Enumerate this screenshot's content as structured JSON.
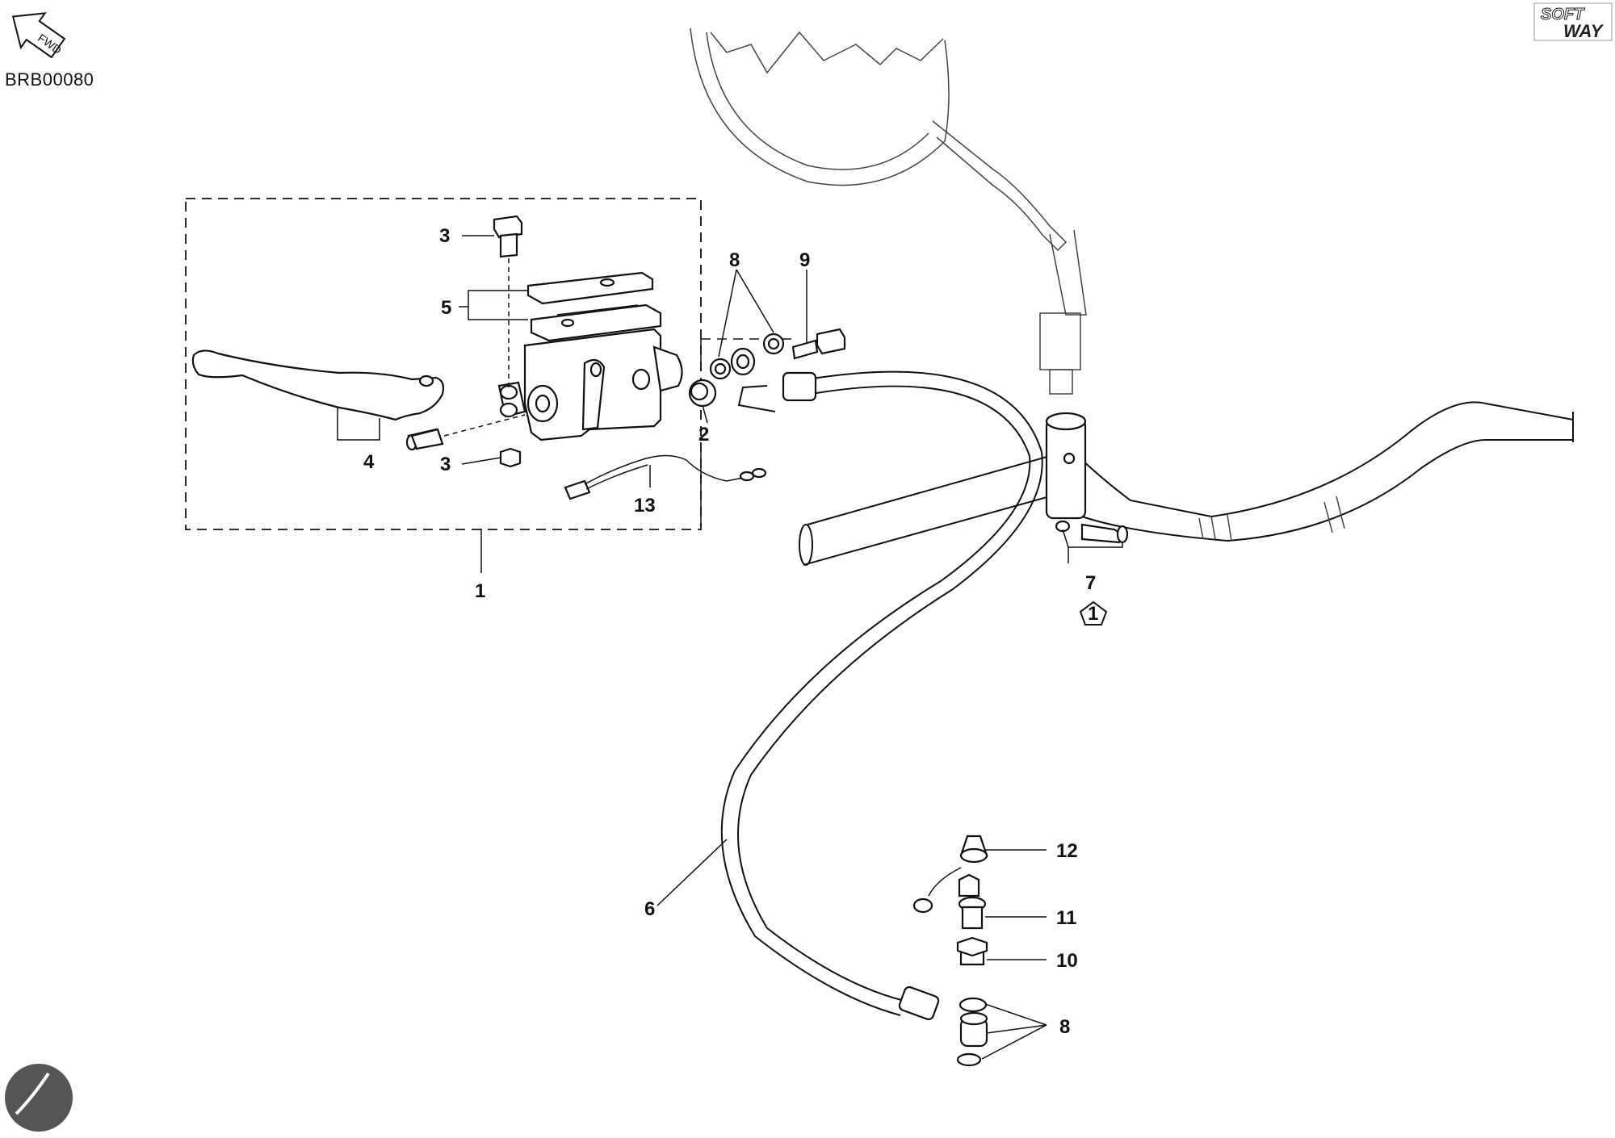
{
  "drawing_code": "BRB00080",
  "fwd_label": "FWD",
  "brand_top": "SOFT",
  "brand_bottom": "WAY",
  "callouts": {
    "c1": "1",
    "c2": "2",
    "c3_top": "3",
    "c3_bottom": "3",
    "c4": "4",
    "c5": "5",
    "c6": "6",
    "c7": "7",
    "c7_badge": "1",
    "c8_top": "8",
    "c8_bottom": "8",
    "c9": "9",
    "c10": "10",
    "c11": "11",
    "c12": "12",
    "c13": "13"
  }
}
